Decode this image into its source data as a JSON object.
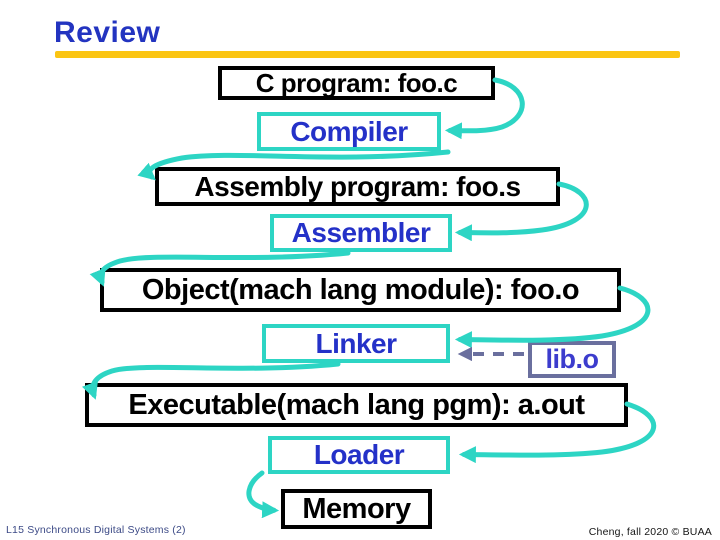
{
  "slide": {
    "title": "Review",
    "footer": {
      "left": "L15 Synchronous Digital Systems (2)",
      "right": "Cheng, fall 2020 © BUAA"
    }
  },
  "diagram": {
    "boxes": [
      {
        "id": "c-program",
        "label": "C program: foo.c",
        "kind": "artifact"
      },
      {
        "id": "compiler",
        "label": "Compiler",
        "kind": "tool"
      },
      {
        "id": "assembly",
        "label": "Assembly program: foo.s",
        "kind": "artifact"
      },
      {
        "id": "assembler",
        "label": "Assembler",
        "kind": "tool"
      },
      {
        "id": "object",
        "label": "Object(mach lang module): foo.o",
        "kind": "artifact"
      },
      {
        "id": "linker",
        "label": "Linker",
        "kind": "tool"
      },
      {
        "id": "lib-o",
        "label": "lib.o",
        "kind": "library"
      },
      {
        "id": "executable",
        "label": "Executable(mach lang pgm): a.out",
        "kind": "artifact"
      },
      {
        "id": "loader",
        "label": "Loader",
        "kind": "tool"
      },
      {
        "id": "memory",
        "label": "Memory",
        "kind": "artifact"
      }
    ],
    "edges": [
      "C program: foo.c → Compiler",
      "Compiler → Assembly program: foo.s",
      "Assembly program: foo.s → Assembler",
      "Assembler → Object(mach lang module): foo.o",
      "Object(mach lang module): foo.o → Linker",
      "lib.o ⇢ Linker (dashed)",
      "Linker → Executable(mach lang pgm): a.out",
      "Executable(mach lang pgm): a.out → Loader",
      "Loader → Memory"
    ]
  },
  "colors": {
    "title_blue": "#2334c0",
    "underline_yellow": "#fbc513",
    "arrow_teal": "#2dd5c4",
    "tool_text_blue": "#2431c8",
    "libo_slate": "#6a6f9e",
    "box_black": "#000000",
    "footer_blue": "#3c4a86"
  }
}
